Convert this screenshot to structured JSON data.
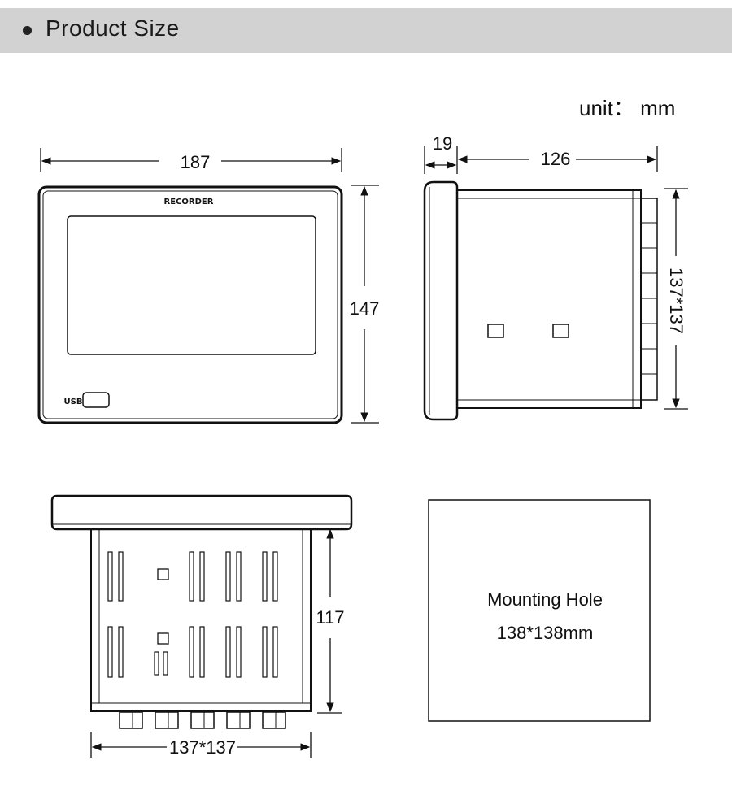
{
  "header": {
    "title": "Product Size"
  },
  "unit_label": "unit： mm",
  "front_view": {
    "width_label": "187",
    "height_label": "147",
    "brand_label": "RECORDER",
    "port_label": "USB"
  },
  "side_view": {
    "bezel_label": "19",
    "depth_label": "126",
    "height_label": "137*137"
  },
  "bottom_view": {
    "depth_label": "117",
    "width_label": "137*137"
  },
  "mounting_hole": {
    "line1": "Mounting Hole",
    "line2": "138*138mm"
  }
}
